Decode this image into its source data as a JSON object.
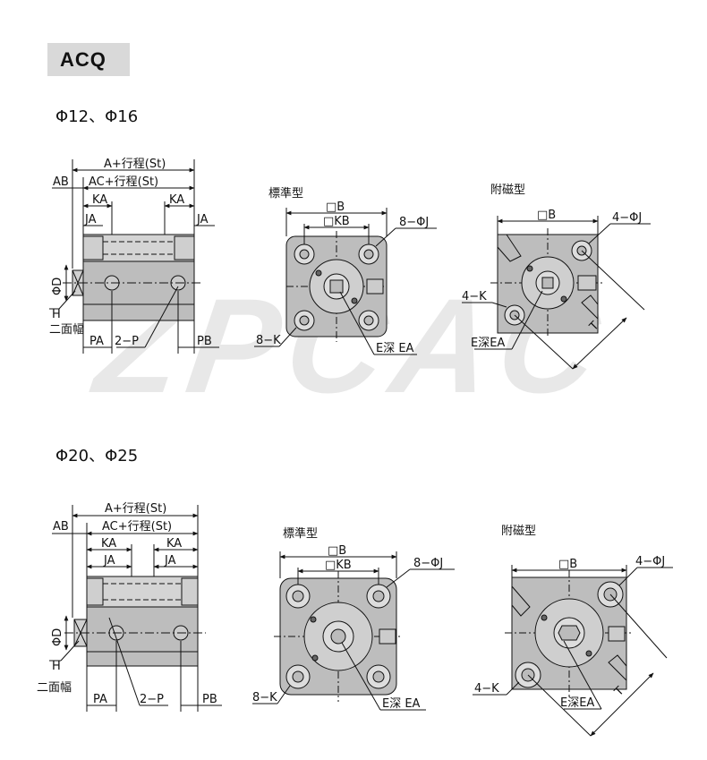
{
  "header": {
    "model": "ACQ"
  },
  "watermark": "ZPCAC",
  "sections": [
    {
      "title": "Φ12、Φ16"
    },
    {
      "title": "Φ20、Φ25"
    }
  ],
  "labels": {
    "a_stroke": "A+行程(St)",
    "ac_stroke": "AC+行程(St)",
    "ab": "AB",
    "ka": "KA",
    "ja": "JA",
    "phi_d": "ΦD",
    "h": "H",
    "two_flats": "二面幅",
    "pa": "PA",
    "two_p": "2−P",
    "pb": "PB",
    "standard_type": "標準型",
    "magnetic_type": "附磁型",
    "b": "□B",
    "kb": "□KB",
    "eight_phi_j": "8−ΦJ",
    "four_phi_j": "4−ΦJ",
    "eight_k": "8−K",
    "four_k": "4−K",
    "e_depth": "E深 EA",
    "e_depth_tight": "E深EA",
    "t": "T"
  },
  "colors": {
    "body_fill": "#bdbdbd",
    "body_light": "#d4d4d4",
    "line": "#111111",
    "badge": "#d9d9d9"
  }
}
